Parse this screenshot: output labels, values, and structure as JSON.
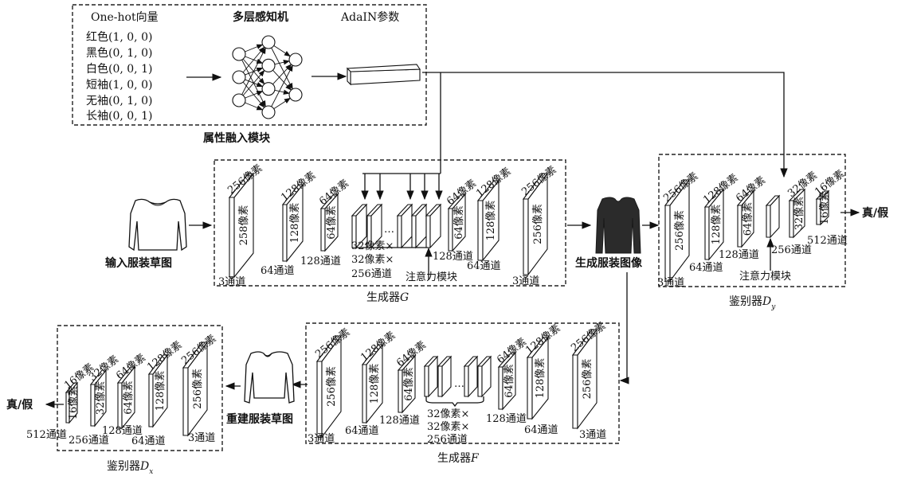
{
  "attribute_module": {
    "title": "属性融入模块",
    "onehot_header": "One-hot向量",
    "mlp_header": "多层感知机",
    "adain_header": "AdaIN参数",
    "attributes": [
      "红色(1, 0, 0)",
      "黑色(0, 1, 0)",
      "白色(0, 0, 1)",
      "短袖(1, 0, 0)",
      "无袖(0, 1, 0)",
      "长袖(0, 0, 1)"
    ],
    "mlp_layers": [
      3,
      4,
      2
    ]
  },
  "input_sketch": {
    "label": "输入服装草图",
    "icon": "sweater-outline-icon"
  },
  "generated_image": {
    "label": "生成服装图像",
    "icon": "black-sweater-icon"
  },
  "reconstructed_sketch": {
    "label": "重建服装草图",
    "icon": "sweater-outline-icon"
  },
  "generator_g": {
    "title_prefix": "生成器",
    "title_var": "G",
    "encoder": [
      {
        "top": "256像素",
        "face": "258像素",
        "channels": "3通道"
      },
      {
        "top": "128像素",
        "face": "128像素",
        "channels": "64通道"
      },
      {
        "top": "64像素",
        "face": "64像素",
        "channels": "128通道"
      }
    ],
    "bottleneck": {
      "line1": "32像素×",
      "line2": "32像素×",
      "line3": "256通道",
      "ellipsis": "…"
    },
    "attention": "注意力模块",
    "decoder": [
      {
        "top": "64像素",
        "face": "64像素",
        "channels": "128通道"
      },
      {
        "top": "128像素",
        "face": "128像素",
        "channels": "64通道"
      },
      {
        "top": "256像素",
        "face": "256像素",
        "channels": "3通道"
      }
    ]
  },
  "discriminator_dy": {
    "title_prefix": "鉴别器",
    "title_var": "D",
    "title_sub": "y",
    "layers": [
      {
        "top": "256像素",
        "face": "256像素",
        "channels": "3通道"
      },
      {
        "top": "128像素",
        "face": "128像素",
        "channels": "64通道"
      },
      {
        "top": "64像素",
        "face": "64像素",
        "channels": "128通道"
      },
      {
        "top": "",
        "face": "",
        "channels": "256通道"
      },
      {
        "top": "32像素",
        "face": "32像素",
        "channels": ""
      },
      {
        "top": "16像素",
        "face": "16像素",
        "channels": "512通道"
      }
    ],
    "attention": "注意力模块",
    "output": "真/假"
  },
  "generator_f": {
    "title_prefix": "生成器",
    "title_var": "F",
    "encoder": [
      {
        "top": "256像素",
        "face": "256像素",
        "channels": "3通道"
      },
      {
        "top": "128像素",
        "face": "128像素",
        "channels": "64通道"
      },
      {
        "top": "64像素",
        "face": "64像素",
        "channels": "128通道"
      }
    ],
    "bottleneck": {
      "line1": "32像素×",
      "line2": "32像素×",
      "line3": "256通道",
      "ellipsis": "…"
    },
    "decoder": [
      {
        "top": "64像素",
        "face": "64像素",
        "channels": "128通道"
      },
      {
        "top": "128像素",
        "face": "128像素",
        "channels": "64通道"
      },
      {
        "top": "256像素",
        "face": "256像素",
        "channels": "3通道"
      }
    ]
  },
  "discriminator_dx": {
    "title_prefix": "鉴别器",
    "title_var": "D",
    "title_sub": "x",
    "layers": [
      {
        "top": "16像素",
        "face": "16像素",
        "channels": "512通道"
      },
      {
        "top": "32像素",
        "face": "32像素",
        "channels": "256通道"
      },
      {
        "top": "64像素",
        "face": "64像素",
        "channels": "128通道"
      },
      {
        "top": "128像素",
        "face": "128像素",
        "channels": "64通道"
      },
      {
        "top": "256像素",
        "face": "256像素",
        "channels": "3通道"
      }
    ],
    "output": "真/假"
  }
}
